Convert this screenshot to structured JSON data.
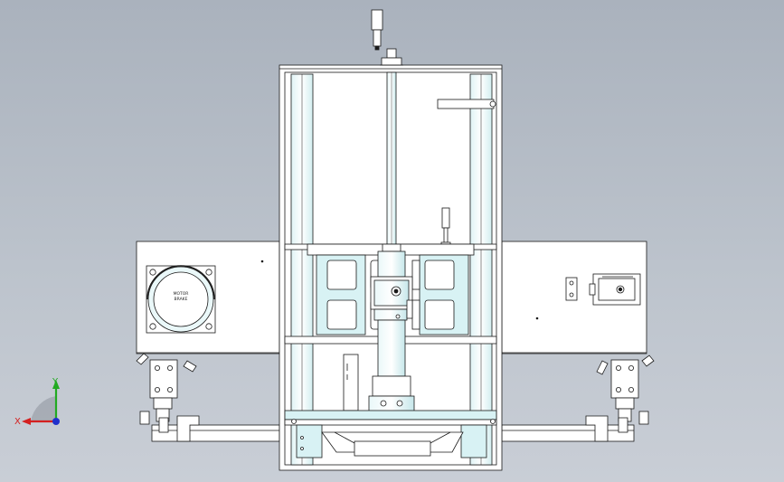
{
  "viewport": {
    "background_top": "#aab2bd",
    "background_bottom": "#c9ced6"
  },
  "colors": {
    "outline": "#1a1a1a",
    "metal": "#ffffff",
    "cyan_part": "#d8f2f4",
    "cyan_shade": "#a9dbe0",
    "housing": "#ffffff",
    "axis_x": "#d42020",
    "axis_y": "#22aa22",
    "axis_z": "#2030cc"
  },
  "motor_label": {
    "line1": "MOTOR",
    "line2": "BRAKE"
  },
  "triad": {
    "x_label": "X",
    "y_label": "Y",
    "icon": "xyz-triad-icon"
  }
}
